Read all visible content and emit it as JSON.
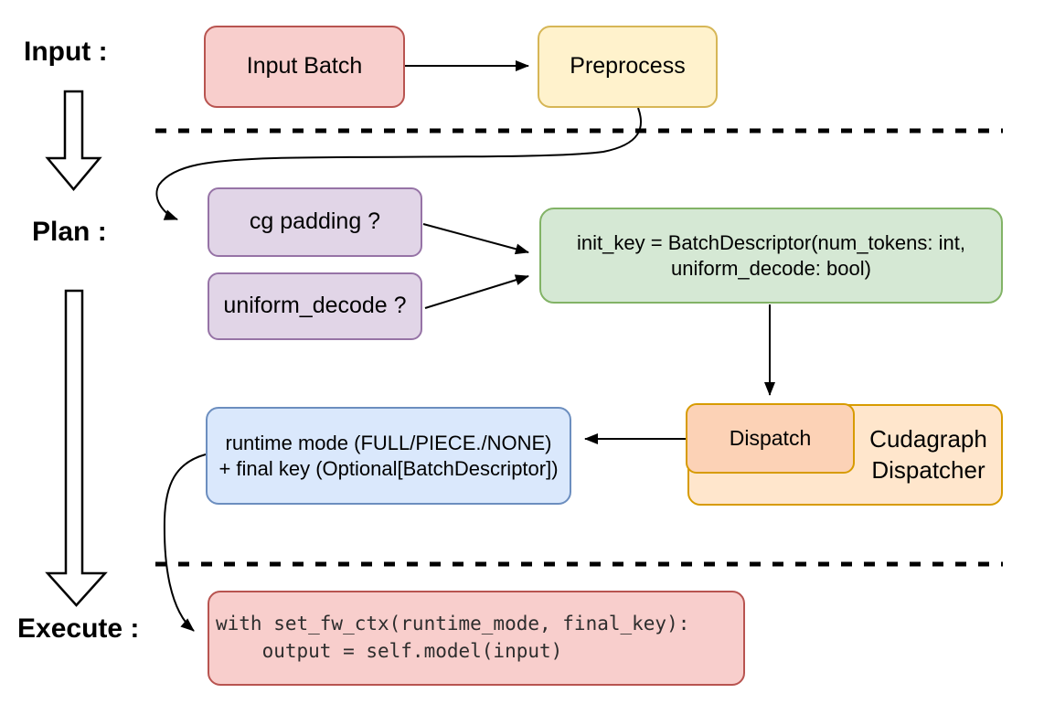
{
  "sections": {
    "input_label": "Input :",
    "plan_label": "Plan :",
    "execute_label": "Execute :"
  },
  "nodes": {
    "input_batch": "Input Batch",
    "preprocess": "Preprocess",
    "cg_padding": "cg padding ?",
    "uniform_decode": "uniform_decode ?",
    "init_key_line1": "init_key = BatchDescriptor(num_tokens: int,",
    "init_key_line2": "uniform_decode: bool)",
    "dispatch": "Dispatch",
    "dispatcher_line1": "Cudagraph",
    "dispatcher_line2": "Dispatcher",
    "runtime_line1": "runtime mode (FULL/PIECE./NONE)",
    "runtime_line2": "+ final key (Optional[BatchDescriptor])",
    "code_line1": "with set_fw_ctx(runtime_mode, final_key):",
    "code_line2": "    output = self.model(input)"
  },
  "colors": {
    "red_fill": "#F8CECC",
    "red_border": "#B85450",
    "yellow_fill": "#FFF2CC",
    "yellow_border": "#D6B656",
    "purple_fill": "#E1D5E7",
    "purple_border": "#9673A6",
    "green_fill": "#D5E8D4",
    "green_border": "#82B366",
    "orange_fill": "#FFE6CC",
    "orange_border": "#D79B00",
    "peach_fill": "#FCD2B6",
    "blue_fill": "#DAE8FC",
    "blue_border": "#6C8EBF",
    "line_color": "#000000"
  }
}
